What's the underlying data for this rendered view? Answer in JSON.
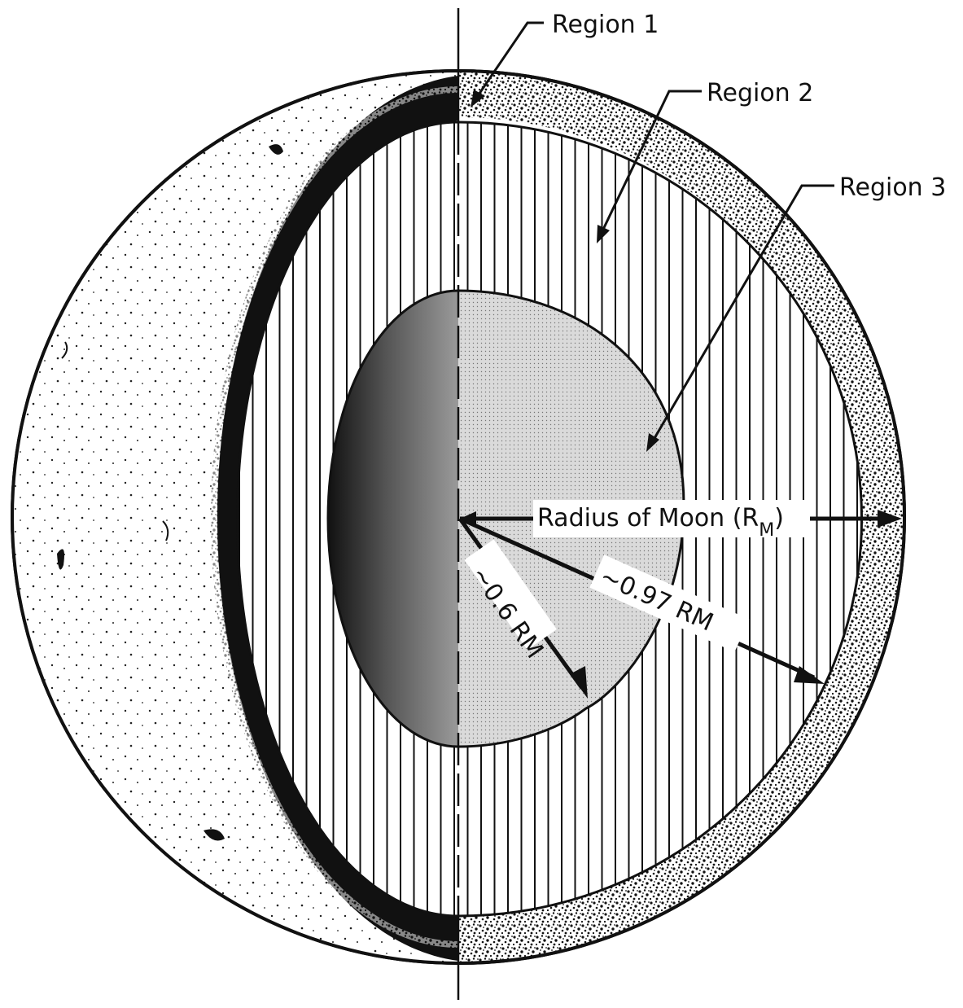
{
  "labels": {
    "region1": "Region 1",
    "region2": "Region 2",
    "region3": "Region 3",
    "radius_main": "Radius of Moon (R",
    "radius_sub": "M",
    "radius_close": ")",
    "r06": "~0.6 RM",
    "r097": "~0.97 RM"
  },
  "colors": {
    "ink": "#111111",
    "paper": "#ffffff",
    "core": "#d2d2d2",
    "core_shadow": "#6a6a6a"
  }
}
